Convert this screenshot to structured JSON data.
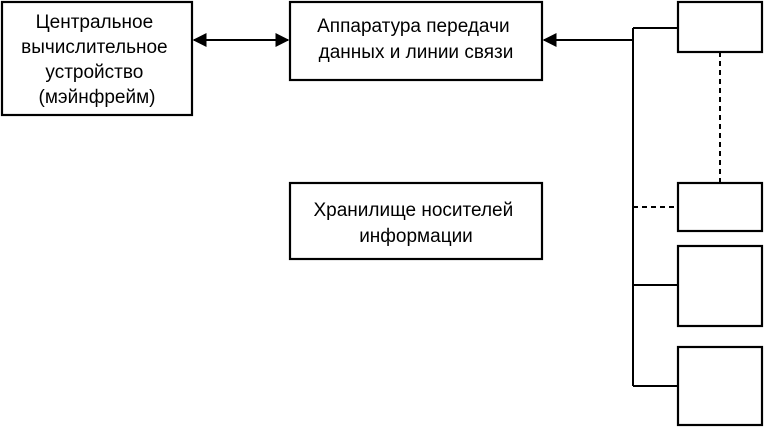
{
  "diagram": {
    "mainframe": {
      "lines": [
        "Центральное",
        "вычислительное",
        "устройство",
        "(мэйнфрейм)"
      ]
    },
    "network": {
      "lines": [
        "Аппаратура передачи",
        "данных и линии связи"
      ]
    },
    "storage": {
      "lines": [
        "Хранилище носителей",
        "информации"
      ]
    },
    "terminals": {
      "count": 4
    }
  }
}
